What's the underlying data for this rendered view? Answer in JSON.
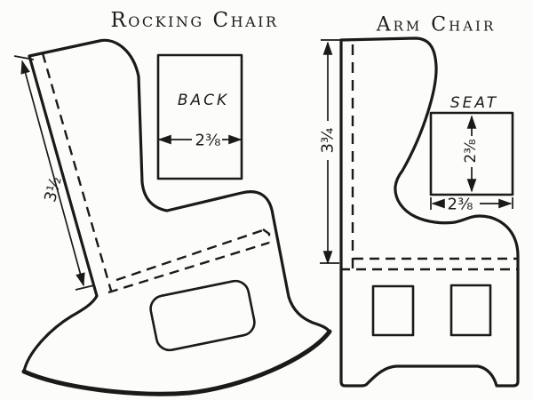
{
  "page": {
    "paper_color": "#fcfcfa",
    "ink_color": "#1a1a1a"
  },
  "rocking_chair": {
    "title": "Rocking Chair",
    "side_dimension": "3½",
    "back_piece": {
      "label": "BACK",
      "width_dimension": "2⅜"
    }
  },
  "arm_chair": {
    "title": "Arm Chair",
    "side_dimension": "3¾",
    "seat_piece": {
      "label": "SEAT",
      "depth_dimension": "2⅜",
      "width_dimension": "2⅜"
    }
  }
}
